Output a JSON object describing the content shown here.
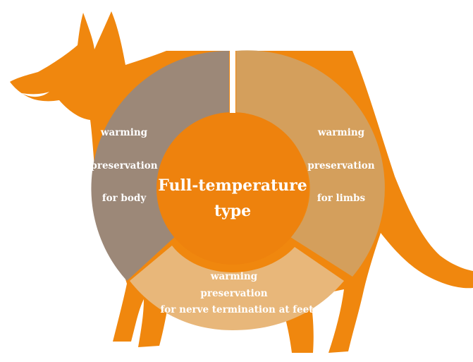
{
  "center": {
    "line1": "Full-temperature",
    "line2": "type"
  },
  "segments": {
    "body": {
      "line1": "warming",
      "line2": "preservation",
      "line3": "for body",
      "color": "#9c8878"
    },
    "limbs": {
      "line1": "warming",
      "line2": "preservation",
      "line3": "for limbs",
      "color": "#d49f5c"
    },
    "feet": {
      "line1": "warming",
      "line2": "preservation",
      "line3": "for nerve termination at feet",
      "color": "#e8b77a"
    }
  },
  "colors": {
    "dog_silhouette": "#f0870e",
    "center_circle": "#ee820d",
    "ring_gap": "#ffffff"
  },
  "icons": {
    "silhouette": "german-shepherd-dog"
  }
}
